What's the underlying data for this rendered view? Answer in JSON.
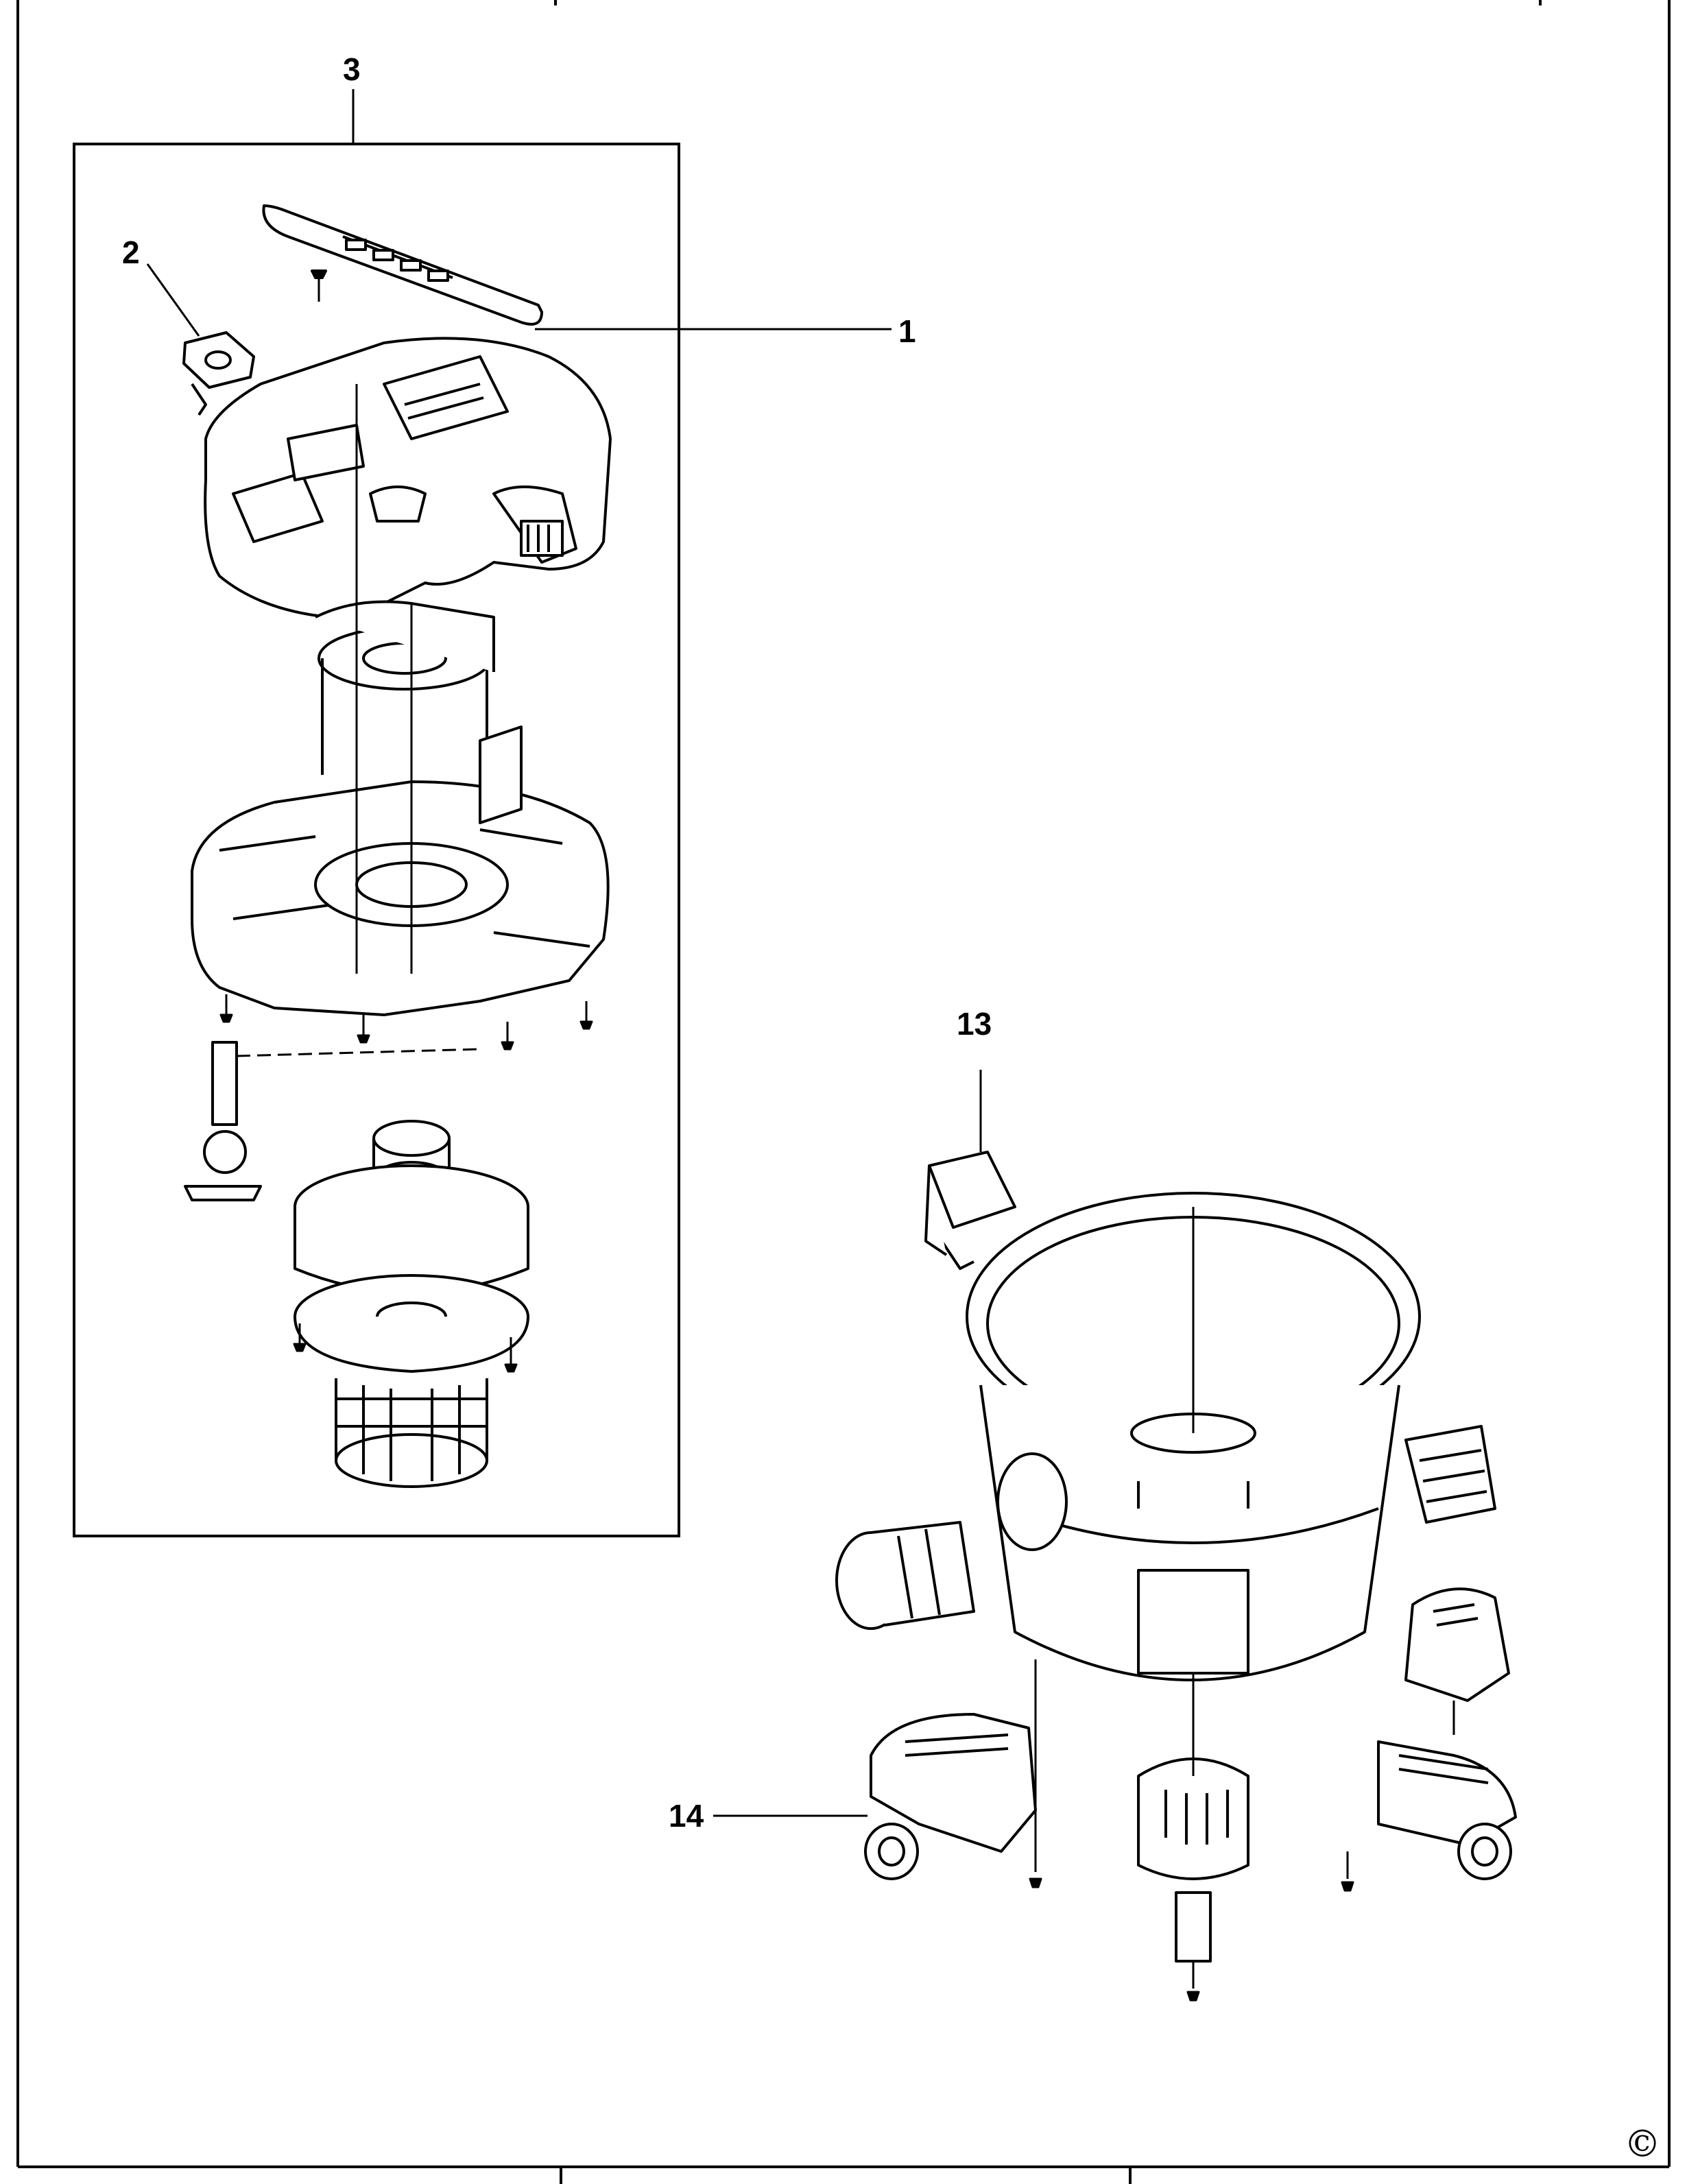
{
  "callouts": {
    "part_1": "1",
    "part_2": "2",
    "part_3": "3",
    "part_13": "13",
    "part_14": "14"
  },
  "copyright_mark": "©"
}
